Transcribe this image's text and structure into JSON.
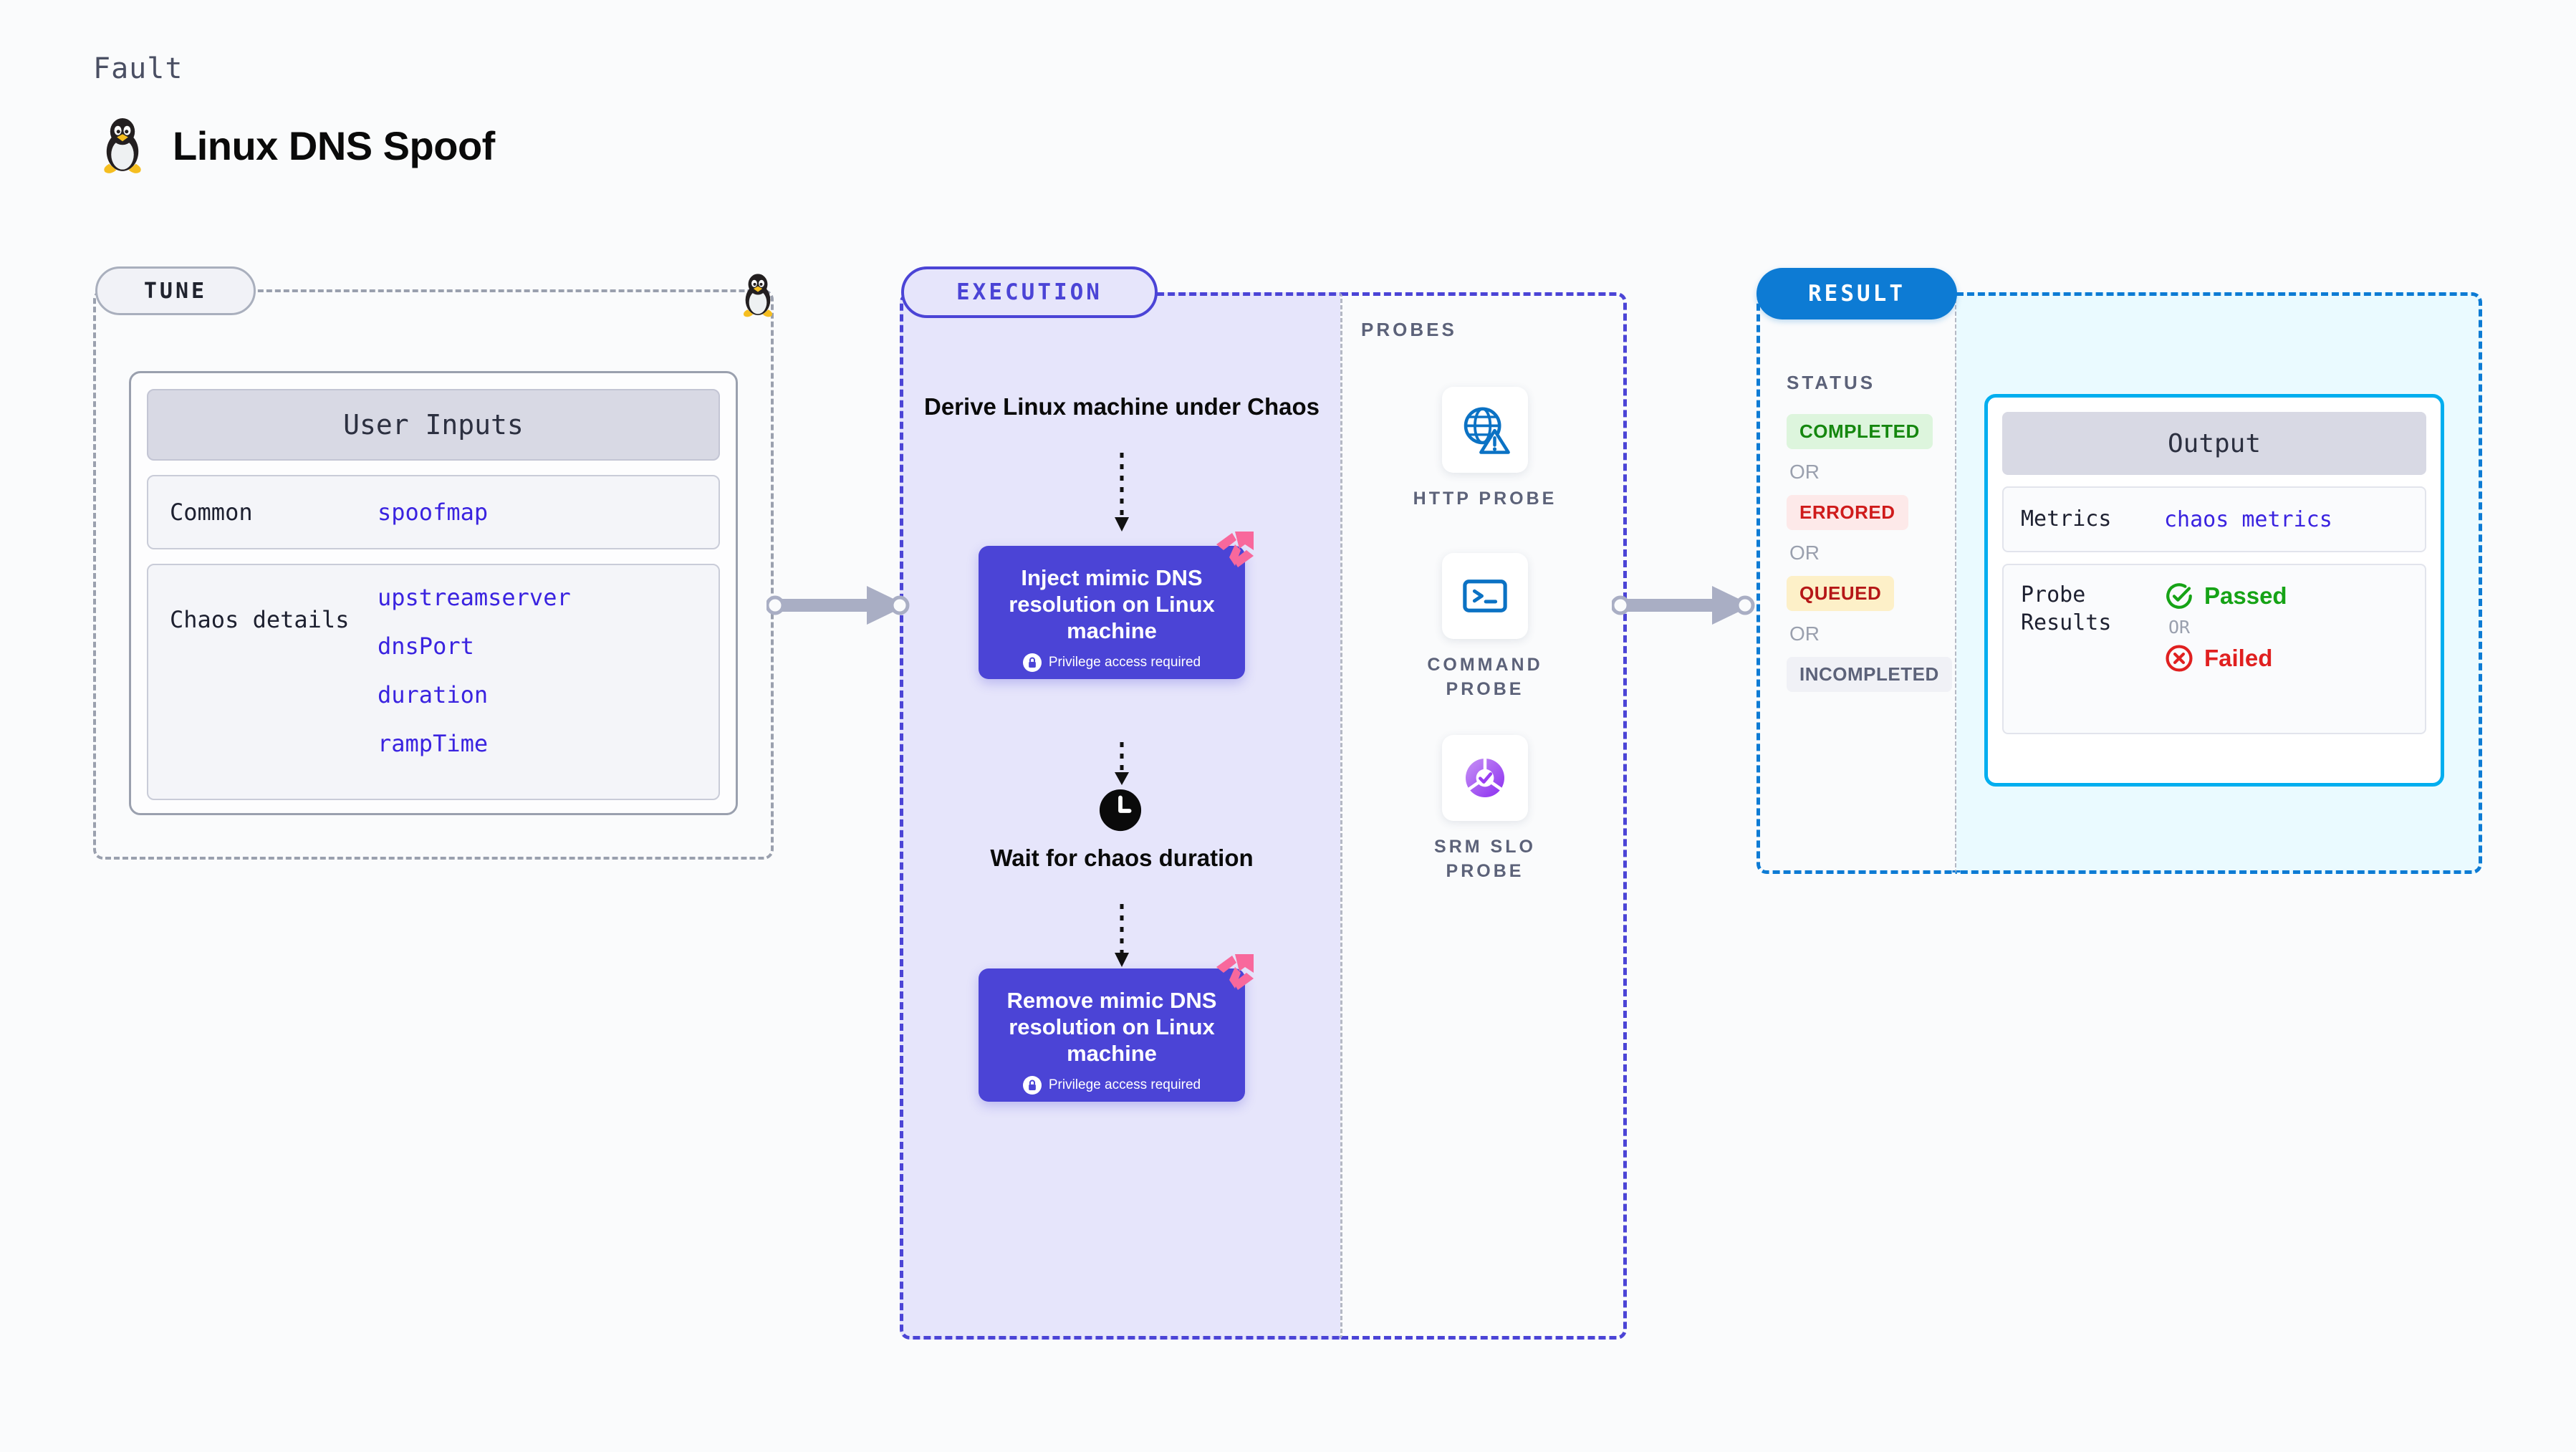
{
  "header": {
    "kicker": "Fault",
    "title": "Linux DNS Spoof",
    "icon": "tux-penguin-icon"
  },
  "tune": {
    "badge": "TUNE",
    "corner_icon": "tux-penguin-icon",
    "card": {
      "heading": "User Inputs",
      "sections": [
        {
          "label": "Common",
          "values": [
            "spoofmap"
          ]
        },
        {
          "label": "Chaos details",
          "values": [
            "upstreamserver",
            "dnsPort",
            "duration",
            "rampTime"
          ]
        }
      ]
    }
  },
  "execution": {
    "badge": "EXECUTION",
    "derive_step": "Derive Linux machine under Chaos",
    "wait_step": "Wait for chaos duration",
    "wait_icon": "clock-icon",
    "nodes": [
      {
        "title": "Inject mimic DNS resolution on Linux machine",
        "badge": "Privilege access required",
        "badge_icon": "lock-icon",
        "corner_icon": "litmus-chaos-icon"
      },
      {
        "title": "Remove mimic DNS resolution on Linux machine",
        "badge": "Privilege access required",
        "badge_icon": "lock-icon",
        "corner_icon": "litmus-chaos-icon"
      }
    ]
  },
  "probes": {
    "label": "PROBES",
    "items": [
      {
        "name": "HTTP PROBE",
        "icon": "globe-warning-icon"
      },
      {
        "name": "COMMAND PROBE",
        "icon": "terminal-icon"
      },
      {
        "name": "SRM SLO PROBE",
        "icon": "slo-donut-check-icon"
      }
    ]
  },
  "result": {
    "badge": "RESULT",
    "status": {
      "label": "STATUS",
      "or": "OR",
      "chips": [
        {
          "text": "COMPLETED",
          "style": "completed"
        },
        {
          "text": "ERRORED",
          "style": "errored"
        },
        {
          "text": "QUEUED",
          "style": "queued"
        },
        {
          "text": "INCOMPLETED",
          "style": "incompleted"
        }
      ]
    },
    "output": {
      "heading": "Output",
      "metrics_label": "Metrics",
      "metrics_value": "chaos metrics",
      "probe_results_label": "Probe Results",
      "passed": "Passed",
      "failed": "Failed",
      "or": "OR",
      "passed_icon": "check-circle-icon",
      "failed_icon": "x-circle-icon"
    }
  },
  "colors": {
    "execution_accent": "#4b44d6",
    "result_accent": "#0d7bd4",
    "output_border": "#00aeef",
    "tune_accent": "#9aa0ae",
    "value_text": "#3a23e0",
    "passed": "#16a316",
    "failed": "#e02020",
    "litmus_pink": "#f8689c"
  }
}
